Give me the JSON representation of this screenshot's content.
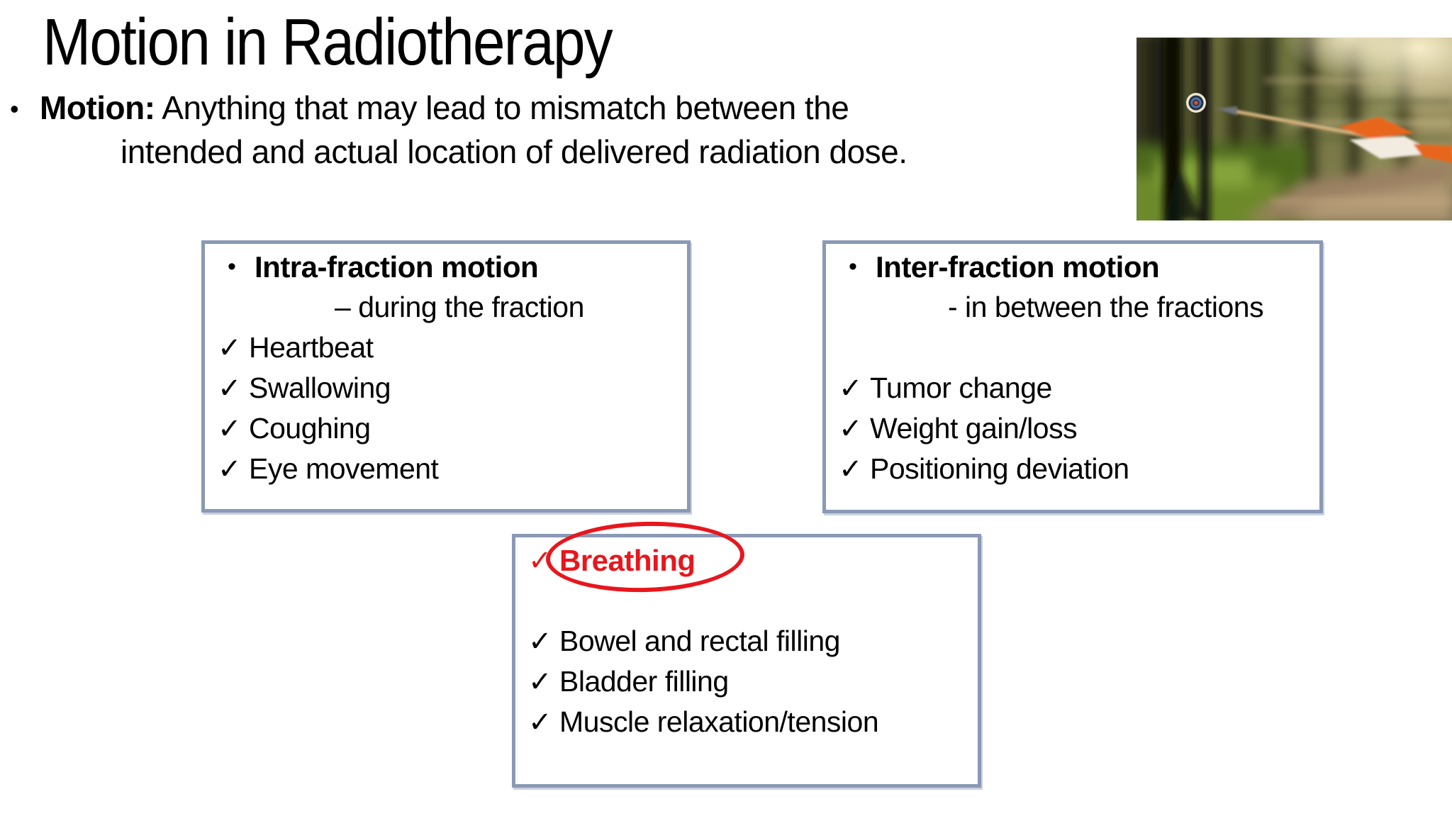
{
  "title": "Motion in Radiotherapy",
  "intro": {
    "bullet": "•",
    "label": "Motion:",
    "line1": " Anything that may lead to mismatch between the",
    "line2": "intended and actual location of delivered radiation dose."
  },
  "boxes": {
    "intra": {
      "bullet": "•",
      "heading": "Intra-fraction motion",
      "subheading": "– during the fraction",
      "check": "✓",
      "items": [
        "Heartbeat",
        "Swallowing",
        "Coughing",
        "Eye movement"
      ]
    },
    "inter": {
      "bullet": "•",
      "heading": "Inter-fraction motion",
      "subheading": "- in between the fractions",
      "check": "✓",
      "items": [
        "Tumor change",
        "Weight gain/loss",
        "Positioning deviation"
      ]
    },
    "shared": {
      "check": "✓",
      "highlight": "Breathing",
      "items": [
        "Bowel and rectal filling",
        "Bladder filling",
        "Muscle relaxation/tension"
      ]
    }
  },
  "colors": {
    "box_border": "#8a99b5",
    "accent_red": "#e8161d",
    "text": "#000000"
  }
}
